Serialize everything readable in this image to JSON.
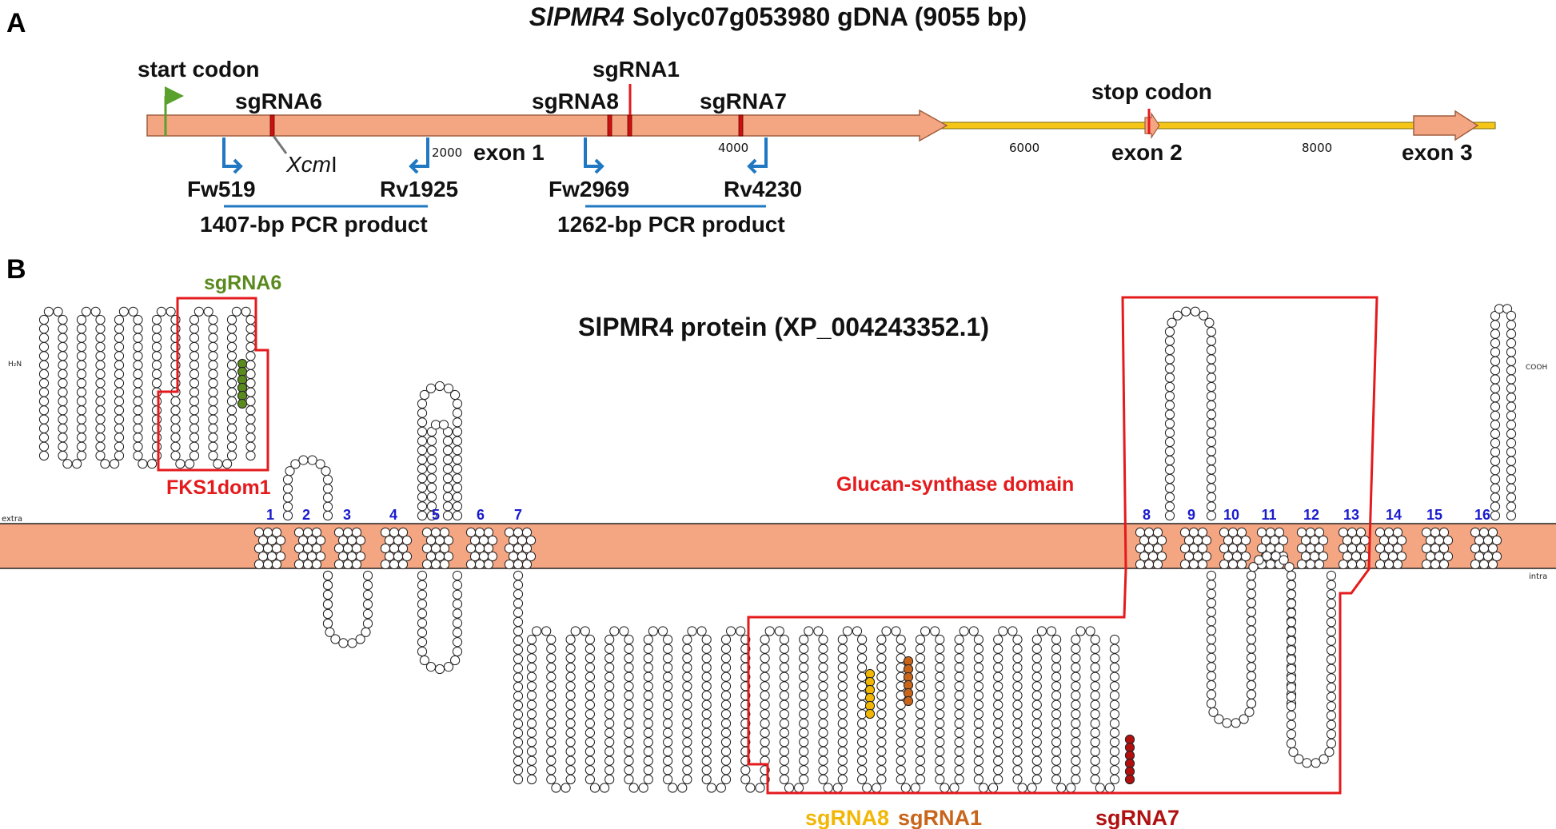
{
  "panel_a": {
    "letter": "A",
    "title_gene": "SlPMR4",
    "title_rest": "Solyc07g053980 gDNA (9055 bp)",
    "start_codon": "start codon",
    "stop_codon": "stop codon",
    "sgRNAs": [
      "sgRNA6",
      "sgRNA8",
      "sgRNA1",
      "sgRNA7"
    ],
    "xcmi_italic": "Xcm",
    "xcmi_suffix": "I",
    "exons": [
      "exon 1",
      "exon 2",
      "exon 3"
    ],
    "ticks": [
      "2000",
      "4000",
      "6000",
      "8000"
    ],
    "primers": [
      "Fw519",
      "Rv1925",
      "Fw2969",
      "Rv4230"
    ],
    "pcr_products": [
      "1407-bp PCR product",
      "1262-bp PCR product"
    ]
  },
  "panel_b": {
    "letter": "B",
    "title": "SlPMR4 protein (XP_004243352.1)",
    "sgRNA6": "sgRNA6",
    "fks1": "FKS1dom1",
    "glucan": "Glucan-synthase domain",
    "extra": "extra",
    "intra": "intra",
    "n_term": "H₂N",
    "c_term": "COOH",
    "tm_numbers": [
      "1",
      "2",
      "3",
      "4",
      "5",
      "6",
      "7",
      "8",
      "9",
      "10",
      "11",
      "12",
      "13",
      "14",
      "15",
      "16"
    ],
    "bottom_labels": [
      "sgRNA8",
      "sgRNA1",
      "sgRNA7"
    ]
  },
  "colors": {
    "exon": "#f4a582",
    "intron": "#f5c518",
    "membrane": "#f4a582",
    "red": "#e41a1c",
    "green_arrow": "#5aa02c",
    "primer_blue": "#1f78c1",
    "sgRNA6": "#5a8a1e",
    "sgRNA8": "#f2b705",
    "sgRNA1": "#c8651b",
    "sgRNA7": "#b01010",
    "tm_blue": "#1a1acc"
  }
}
